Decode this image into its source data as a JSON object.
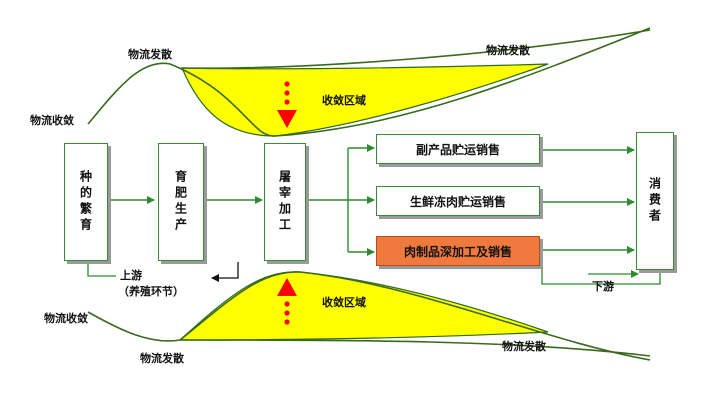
{
  "labels": {
    "top_left_diffusion": "物流发散",
    "top_right_diffusion": "物流发散",
    "top_left_convergence": "物流收敛",
    "top_convergence_zone": "收敛区域",
    "bottom_left_convergence": "物流收敛",
    "bottom_convergence_zone": "收敛区域",
    "bottom_left_diffusion": "物流发散",
    "bottom_right_diffusion": "物流发散",
    "upstream": "上游",
    "upstream_note": "（养殖环节）",
    "downstream": "下游"
  },
  "stages": [
    {
      "name": "breeding",
      "label": "种的繁育"
    },
    {
      "name": "fattening",
      "label": "育肥生产"
    },
    {
      "name": "slaughter",
      "label": "屠宰加工"
    },
    {
      "name": "consumer",
      "label": "消费者"
    }
  ],
  "channels": [
    {
      "name": "byproduct",
      "label": "副产品贮运销售",
      "highlight": false
    },
    {
      "name": "fresh-frozen",
      "label": "生鲜冻肉贮运销售",
      "highlight": false
    },
    {
      "name": "deep-processing",
      "label": "肉制品深加工及销售",
      "highlight": true
    }
  ],
  "colors": {
    "zone_fill": "#ffff00",
    "arrow_red": "#ff0000",
    "line_green": "#2e8b2e",
    "highlight_orange": "#f07a3e"
  }
}
